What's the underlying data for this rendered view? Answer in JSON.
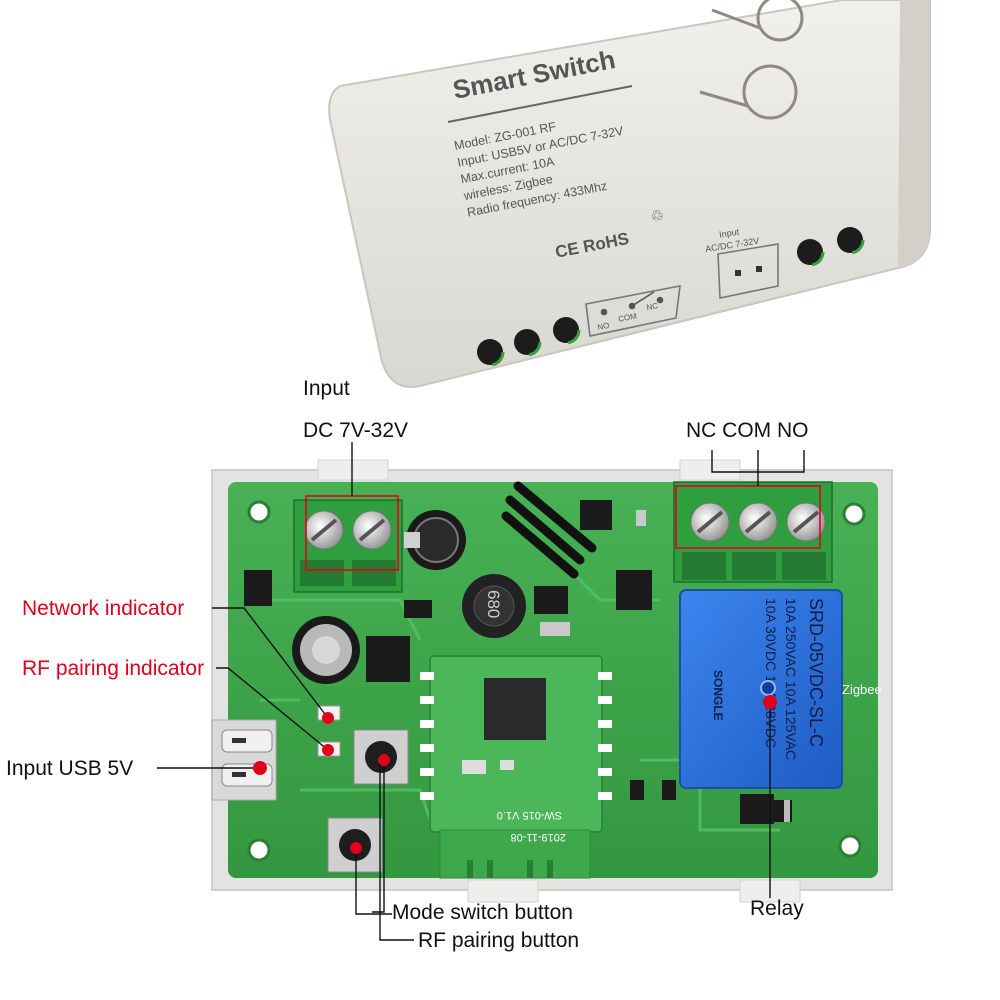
{
  "case": {
    "title": "Smart Switch",
    "spec_lines": [
      "Model:  ZG-001 RF",
      "Input:  USB5V or AC/DC 7-32V",
      "Max.current:  10A",
      "wireless:  Zigbee",
      "Radio frequency:  433Mhz"
    ],
    "cert": "CE RoHS",
    "input_label_1": "Input",
    "input_label_2": "AC/DC 7-32V",
    "relay_terminals": [
      "NO",
      "COM",
      "NC"
    ]
  },
  "board": {
    "relay_lines": [
      "SRD-05VDC-SL-C",
      "10A 250VAC  10A 125VAC",
      "10A 30VDC  10A 28VDC"
    ],
    "relay_brand": "SONGLE",
    "inductor_code": "680",
    "module_lines": [
      "2019-11-08",
      "SW-015 V1.0"
    ],
    "edge_text": "Zigbee"
  },
  "labels": {
    "input": "Input",
    "dc_range": "DC 7V-32V",
    "nc_com_no": "NC COM NO",
    "network_indicator": "Network indicator",
    "rf_pairing_indicator": "RF pairing indicator",
    "input_usb": "Input USB 5V",
    "mode_switch_button": "Mode switch button",
    "rf_pairing_button": "RF pairing button",
    "relay": "Relay"
  },
  "colors": {
    "pcb": "#3fa84b",
    "callout_red": "#e0001b",
    "terminal_green": "#2e9e3e",
    "relay_blue": "#2a6fd8",
    "case_white": "#e9e7e2"
  }
}
